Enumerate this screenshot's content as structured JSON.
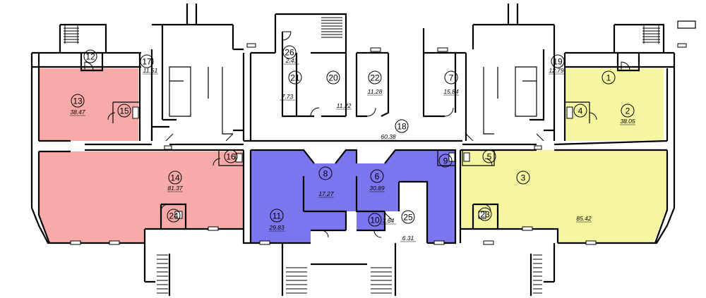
{
  "colors": {
    "pink": "#f7aaa8",
    "yellow": "#f6f6a0",
    "blue": "#7b76ef",
    "wall": "#000000",
    "background": "#ffffff"
  },
  "units": [
    {
      "id": "unit-pink",
      "color": "pink",
      "rooms": [
        "13",
        "14",
        "15",
        "16",
        "24"
      ]
    },
    {
      "id": "unit-blue",
      "color": "blue",
      "rooms": [
        "6",
        "8",
        "9",
        "10",
        "11",
        "25"
      ]
    },
    {
      "id": "unit-yellow",
      "color": "yellow",
      "rooms": [
        "1",
        "2",
        "3",
        "4",
        "5",
        "23"
      ]
    }
  ],
  "rooms": [
    {
      "number": "1",
      "area": ""
    },
    {
      "number": "2",
      "area": "38.05"
    },
    {
      "number": "3",
      "area": "85.42"
    },
    {
      "number": "4",
      "area": ""
    },
    {
      "number": "5",
      "area": ""
    },
    {
      "number": "6",
      "area": "30.89"
    },
    {
      "number": "7",
      "area": "15.84"
    },
    {
      "number": "8",
      "area": "17.27"
    },
    {
      "number": "9",
      "area": ""
    },
    {
      "number": "10",
      "area": "3.64"
    },
    {
      "number": "11",
      "area": "29.83"
    },
    {
      "number": "12",
      "area": ""
    },
    {
      "number": "13",
      "area": "38.47"
    },
    {
      "number": "14",
      "area": "81.37"
    },
    {
      "number": "15",
      "area": ""
    },
    {
      "number": "16",
      "area": ""
    },
    {
      "number": "17",
      "area": "11.51"
    },
    {
      "number": "18",
      "area": "60.38"
    },
    {
      "number": "19",
      "area": "12.79"
    },
    {
      "number": "20",
      "area": "11.22"
    },
    {
      "number": "21",
      "area": "7.73"
    },
    {
      "number": "22",
      "area": "11.28"
    },
    {
      "number": "23",
      "area": ""
    },
    {
      "number": "24",
      "area": ""
    },
    {
      "number": "25",
      "area": "6.31"
    },
    {
      "number": "26",
      "area": "2.43"
    }
  ]
}
